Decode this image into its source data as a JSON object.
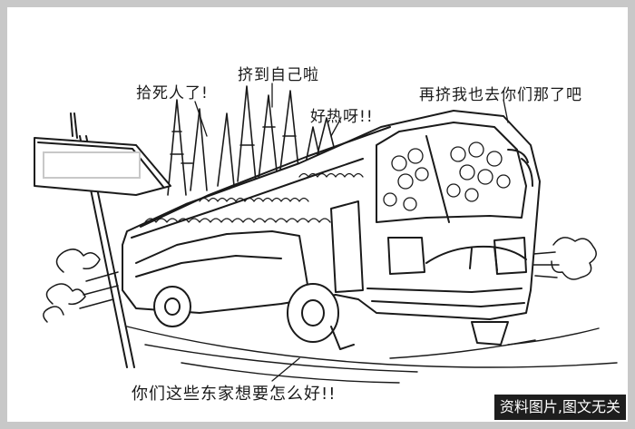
{
  "speech_bubbles": {
    "pass_left": "拾死人了!",
    "pass_mid": "挤到自己啦",
    "pass_small": "好热呀!!",
    "driver": "再挤我也去你们那了吧"
  },
  "caption_bottom": "你们这些东家想要怎么好!!",
  "source_note": "资料图片,图文无关",
  "colors": {
    "frame_border": "#c8c8c8",
    "ink": "#1a1a1a",
    "source_note_bg": "#1e1e1e"
  }
}
